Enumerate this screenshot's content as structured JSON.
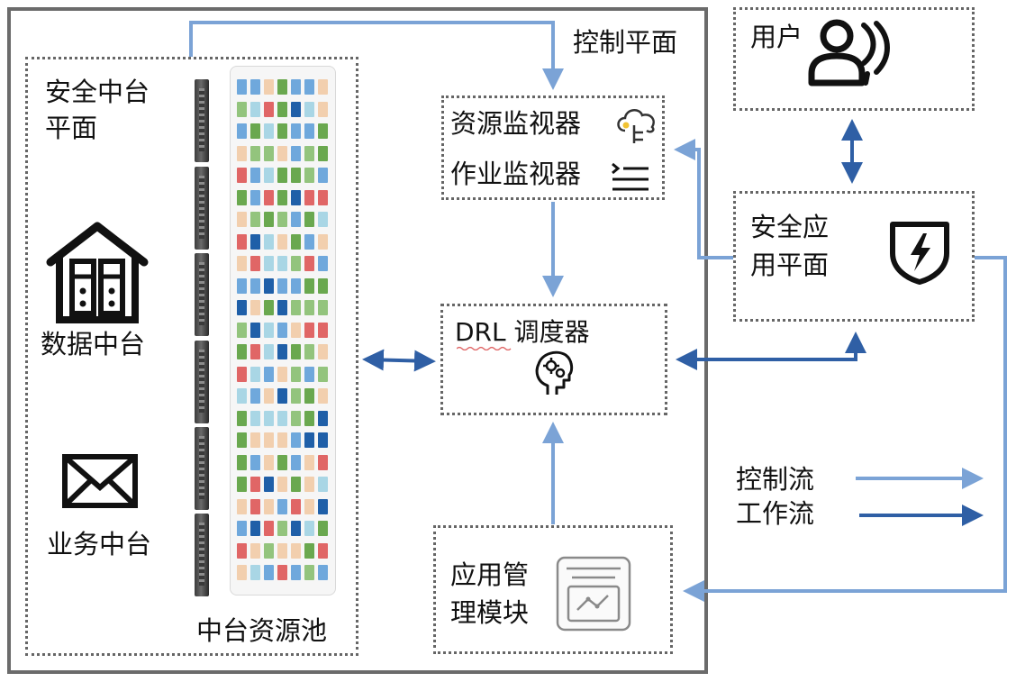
{
  "zones": {
    "control_plane": "控制平面",
    "middle_platform_security_line1": "安全中台",
    "middle_platform_security_line2": "平面",
    "data_platform": "数据中台",
    "business_platform": "业务中台",
    "resource_pool": "中台资源池",
    "resource_monitor": "资源监视器",
    "job_monitor": "作业监视器",
    "scheduler": "DRL 调度器",
    "app_module_line1": "应用管",
    "app_module_line2": "理模块",
    "user": "用户",
    "security_app_line1": "安全应",
    "security_app_line2": "用平面"
  },
  "legend": {
    "control_flow": "控制流",
    "work_flow": "工作流"
  },
  "colors": {
    "control_flow": "#7ba3d6",
    "work_flow": "#2f5fa5",
    "frame": "#6b6b6b",
    "dotted_border": "#666666",
    "cell_palette": [
      "#f2cfae",
      "#6aa84f",
      "#e06666",
      "#6fa8dc",
      "#a9d6e5",
      "#1f5fa8",
      "#93c47d"
    ]
  },
  "icons": {
    "user": "users-sound-icon",
    "security_app": "shield-bolt-icon",
    "resource_monitor": "cloud-tree-icon",
    "job_monitor": "list-icon",
    "scheduler": "brain-gear-icon",
    "app_module": "dashboard-chart-icon",
    "data_platform": "warehouse-icon",
    "business_platform": "envelope-icon"
  }
}
